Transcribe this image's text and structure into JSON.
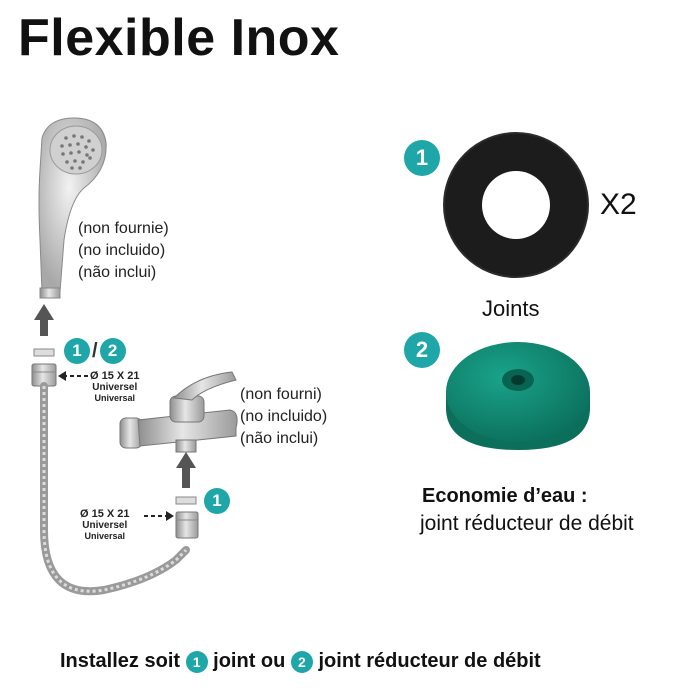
{
  "title": "Flexible Inox",
  "shower_label": {
    "lines": [
      "(non fournie)",
      "(no incluido)",
      "(não inclui)"
    ]
  },
  "faucet_label": {
    "lines": [
      "(non fourni)",
      "(no incluido)",
      "(não inclui)"
    ]
  },
  "spec_upper": {
    "size": "Ø 15 X 21",
    "fr": "Universel",
    "en": "Universal"
  },
  "spec_lower": {
    "size": "Ø 15 X 21",
    "fr": "Universel",
    "en": "Universal"
  },
  "badges": {
    "one": "1",
    "two": "2",
    "slash": "/"
  },
  "washer_multiplier": "X2",
  "joints_label": "Joints",
  "economy": {
    "title": "Economie d’eau :",
    "text": "joint réducteur de débit"
  },
  "footer": {
    "part1": "Installez soit",
    "part2": "joint ou",
    "part3": "joint réducteur de débit"
  },
  "colors": {
    "badge": "#1fa6a9",
    "washer_black": "#1c1c1c",
    "washer_green": "#0f8a73",
    "chrome": "#b8b8b8",
    "arrow": "#555555"
  }
}
